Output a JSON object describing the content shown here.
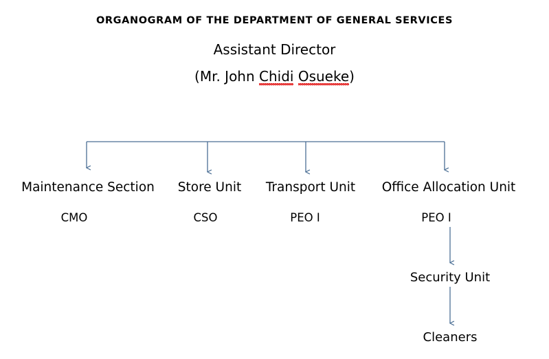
{
  "header": {
    "chart_title": "ORGANOGRAM OF THE DEPARTMENT OF GENERAL SERVICES",
    "role_title": "Assistant Director",
    "person_open_paren": "(Mr. John ",
    "person_word1": "Chidi",
    "person_space": " ",
    "person_word2": "Osueke",
    "person_close_paren": ")"
  },
  "branches": [
    {
      "unit": "Maintenance Section",
      "staff": "CMO"
    },
    {
      "unit": "Store Unit",
      "staff": "CSO"
    },
    {
      "unit": "Transport Unit",
      "staff": "PEO I"
    },
    {
      "unit": "Office Allocation Unit",
      "staff": "PEO I"
    }
  ],
  "sub_chain": [
    {
      "label": "Security Unit"
    },
    {
      "label": "Cleaners"
    }
  ],
  "style": {
    "connector_color": "#4a6e94",
    "text_color": "#000000",
    "spellcheck_color": "#e00000",
    "background": "#ffffff"
  }
}
